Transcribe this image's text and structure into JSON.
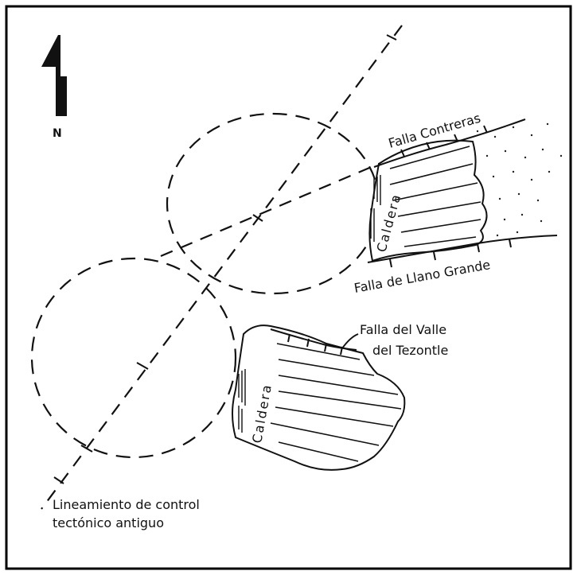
{
  "north": {
    "label": "N"
  },
  "labels": {
    "falla_contreras": "Falla Contreras",
    "falla_llano_grande": "Falla de Llano Grande",
    "falla_valle_line1": "Falla del Valle",
    "falla_valle_line2": "del Tezontle",
    "caldera_upper": "Caldera",
    "caldera_lower": "Caldera",
    "lineamiento_line1": "Lineamiento de control",
    "lineamiento_line2": "tectónico antiguo"
  }
}
